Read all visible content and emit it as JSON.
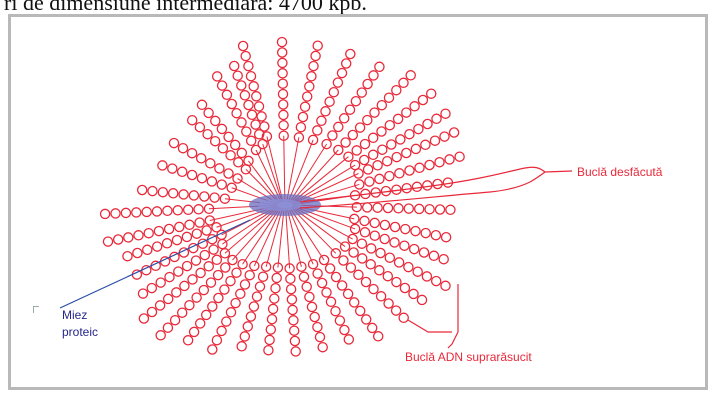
{
  "top_text": "ri de dimensiune intermediară: 4700 kpb.",
  "labels": {
    "unwound_loop": "Buclă desfăcută",
    "core_line1": "Miez",
    "core_line2": "proteic",
    "supercoiled_loop": "Buclă ADN suprarăsucit"
  },
  "colors": {
    "loop": "#e8293a",
    "core": "#6a6fc0",
    "core_line": "#2b4fa8",
    "label_red": "#e8293a",
    "label_blue": "#26268c",
    "frame": "#b9b9b9"
  }
}
